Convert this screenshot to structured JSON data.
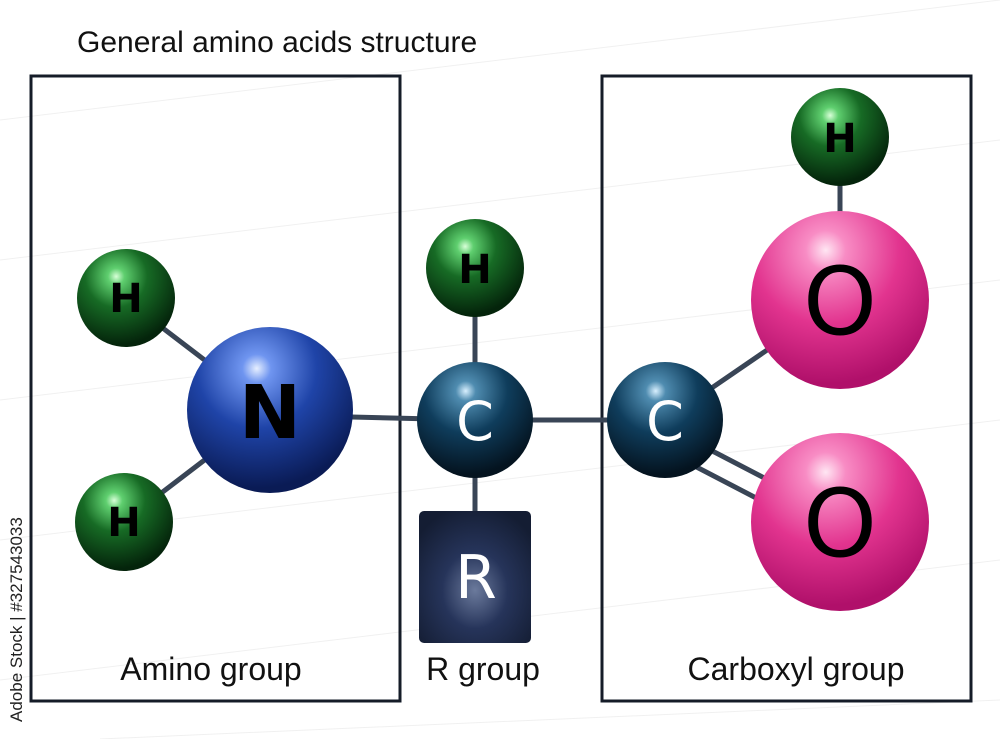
{
  "title": "General amino acids structure",
  "groups": {
    "amino": "Amino group",
    "r": "R group",
    "carboxyl": "Carboxyl group"
  },
  "atoms": {
    "n": "N",
    "h_amino_top": "H",
    "h_amino_bottom": "H",
    "h_alpha": "H",
    "c_alpha": "C",
    "r": "R",
    "c_carboxyl": "C",
    "o_hydroxyl": "O",
    "o_double": "O",
    "h_hydroxyl": "H"
  },
  "stock_id": "Adobe Stock | #327543033",
  "colors": {
    "hydrogen": "#0f5a1c",
    "nitrogen": "#1f3f9a",
    "carbon": "#0c3650",
    "oxygen": "#e2348f",
    "r_box": "#1a2540",
    "frame": "#151c28"
  }
}
